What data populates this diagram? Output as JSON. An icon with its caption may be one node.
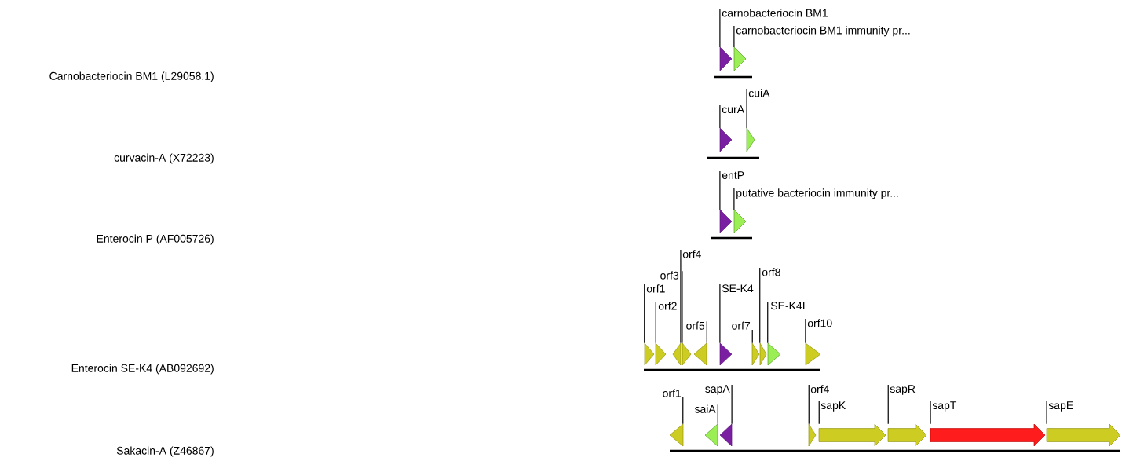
{
  "diagram": {
    "nodes": [
      {
        "text": [
          "carnobacteriocin BM1"
        ]
      },
      {
        "text": [
          "carnobacteriocin BM1 immunity pr..."
        ]
      },
      {
        "text": [],
        "shape": "arrow"
      },
      {
        "text": [],
        "shape": "arrow"
      },
      {
        "text": [
          "cuiA"
        ]
      },
      {
        "text": [
          "curA"
        ]
      },
      {
        "text": [],
        "shape": "arrow"
      },
      {
        "text": [],
        "shape": "arrow"
      },
      {
        "text": [
          "entP"
        ]
      },
      {
        "text": [
          "putative bacteriocin immunity pr..."
        ]
      },
      {
        "text": [],
        "shape": "arrow"
      },
      {
        "text": [],
        "shape": "arrow"
      },
      {
        "text": [
          "orf4"
        ]
      },
      {
        "text": [
          "orf3"
        ]
      },
      {
        "text": [
          "orf8"
        ]
      },
      {
        "text": [
          "orf1"
        ]
      },
      {
        "text": [
          "SE-K4"
        ]
      },
      {
        "text": [
          "orf2"
        ]
      },
      {
        "text": [
          "SE-K4I"
        ]
      },
      {
        "text": [
          "orf5"
        ]
      },
      {
        "text": [
          "orf7"
        ]
      },
      {
        "text": [
          "orf10"
        ]
      },
      {
        "text": [],
        "shape": "arrow"
      },
      {
        "text": [],
        "shape": "arrow"
      },
      {
        "text": [],
        "shape": "arrow"
      },
      {
        "text": [],
        "shape": "arrow"
      },
      {
        "text": [],
        "shape": "arrow"
      },
      {
        "text": [],
        "shape": "arrow"
      },
      {
        "text": [],
        "shape": "arrow"
      },
      {
        "text": [],
        "shape": "arrow"
      },
      {
        "text": [],
        "shape": "arrow"
      },
      {
        "text": [],
        "shape": "arrow"
      },
      {
        "text": [
          "orf1"
        ]
      },
      {
        "text": [
          "sapA"
        ]
      },
      {
        "text": [
          "orf4"
        ]
      },
      {
        "text": [
          "sapR"
        ]
      },
      {
        "text": [
          "saiA"
        ]
      },
      {
        "text": [
          "sapK"
        ]
      },
      {
        "text": [
          "sapT"
        ]
      },
      {
        "text": [
          "sapE"
        ]
      },
      {
        "text": [],
        "shape": "arrow"
      },
      {
        "text": [],
        "shape": "arrow"
      },
      {
        "text": [],
        "shape": "arrow"
      },
      {
        "text": [],
        "shape": "arrow"
      },
      {
        "text": [],
        "shape": "arrow"
      },
      {
        "text": [],
        "shape": "arrow"
      },
      {
        "text": [],
        "shape": "arrow"
      },
      {
        "text": [],
        "shape": "arrow"
      }
    ],
    "edges": [
      {
        "from": 0,
        "to": 2,
        "arrow": "none"
      },
      {
        "from": 1,
        "to": 3,
        "arrow": "none"
      },
      {
        "from": 5,
        "to": 6,
        "arrow": "none"
      },
      {
        "from": 4,
        "to": 7,
        "arrow": "none"
      },
      {
        "from": 8,
        "to": 10,
        "arrow": "none"
      },
      {
        "from": 9,
        "to": 11,
        "arrow": "none"
      },
      {
        "from": 15,
        "to": 22,
        "arrow": "none"
      },
      {
        "from": 17,
        "to": 23,
        "arrow": "none"
      },
      {
        "from": 12,
        "to": 24,
        "arrow": "none"
      },
      {
        "from": 13,
        "to": 25,
        "arrow": "none"
      },
      {
        "from": 19,
        "to": 26,
        "arrow": "none"
      },
      {
        "from": 16,
        "to": 27,
        "arrow": "none"
      },
      {
        "from": 20,
        "to": 28,
        "arrow": "none"
      },
      {
        "from": 14,
        "to": 29,
        "arrow": "none"
      },
      {
        "from": 18,
        "to": 30,
        "arrow": "none"
      },
      {
        "from": 21,
        "to": 31,
        "arrow": "none"
      },
      {
        "from": 32,
        "to": 40,
        "arrow": "none"
      },
      {
        "from": 36,
        "to": 41,
        "arrow": "none"
      },
      {
        "from": 33,
        "to": 42,
        "arrow": "none"
      },
      {
        "from": 34,
        "to": 43,
        "arrow": "none"
      },
      {
        "from": 37,
        "to": 44,
        "arrow": "none"
      },
      {
        "from": 35,
        "to": 45,
        "arrow": "none"
      },
      {
        "from": 38,
        "to": 46,
        "arrow": "none"
      },
      {
        "from": 39,
        "to": 47,
        "arrow": "none"
      }
    ],
    "labels": [
      "Carnobacteriocin BM1 (L29058.1)",
      "curvacin-A (X72223)",
      "Enterocin P (AF005726)",
      "Enterocin SE-K4 (AB092692)",
      "Sakacin-A (Z46867)"
    ]
  }
}
